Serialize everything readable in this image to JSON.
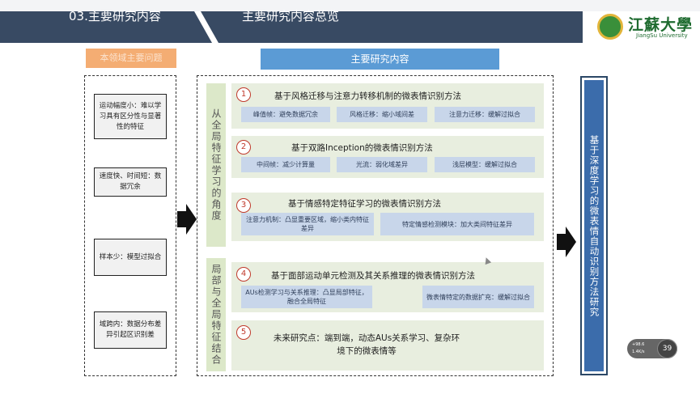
{
  "header": {
    "section_title": "03.主要研究内容",
    "slide_title": "主要研究内容总览"
  },
  "logo": {
    "name_zh": "江蘇大學",
    "name_en": "JiangSu University"
  },
  "challenges": {
    "title": "本领域主要问题",
    "items": [
      "运动幅度小：难以学习具有区分性与显著性的特征",
      "速度快、时间短：数据冗余",
      "样本少：模型过拟合",
      "域跨内：数据分布差异引起区识别差"
    ]
  },
  "main": {
    "title": "主要研究内容",
    "groups": [
      {
        "label": "从全局特征学习的角度"
      },
      {
        "label": "局部与全局特征结合"
      }
    ],
    "modules": [
      {
        "num": "1",
        "title": "基于风格迁移与注意力转移机制的微表情识别方法",
        "subs": [
          "峰值帧：避免数据冗余",
          "风格迁移：缩小域间差",
          "注意力迁移：缓解过拟合"
        ]
      },
      {
        "num": "2",
        "title": "基于双路Inception的微表情识别方法",
        "subs": [
          "中间帧：减少计算量",
          "光流：弱化域差异",
          "浅层模型：缓解过拟合"
        ]
      },
      {
        "num": "3",
        "title": "基于情感特定特征学习的微表情识别方法",
        "subs": [
          "注意力机制：凸显重要区域，缩小类内特征差异",
          "特定情感检测模块：加大类间特征差异"
        ]
      },
      {
        "num": "4",
        "title": "基于面部运动单元检测及其关系推理的微表情识别方法",
        "subs": [
          "AUs检测学习与关系推理：凸显局部特征，融合全局特征",
          "微表情特定的数据扩充：缓解过拟合"
        ]
      },
      {
        "num": "5",
        "title": "未来研究点：端到端，动态AUs关系学习、复杂环境下的微表情等",
        "subs": []
      }
    ]
  },
  "conclusion": {
    "text": "基于深度学习的微表情自动识别方法研究"
  },
  "pager": {
    "info_line1": "+98.6",
    "info_line2": "1.4K/s",
    "page_number": "39"
  }
}
